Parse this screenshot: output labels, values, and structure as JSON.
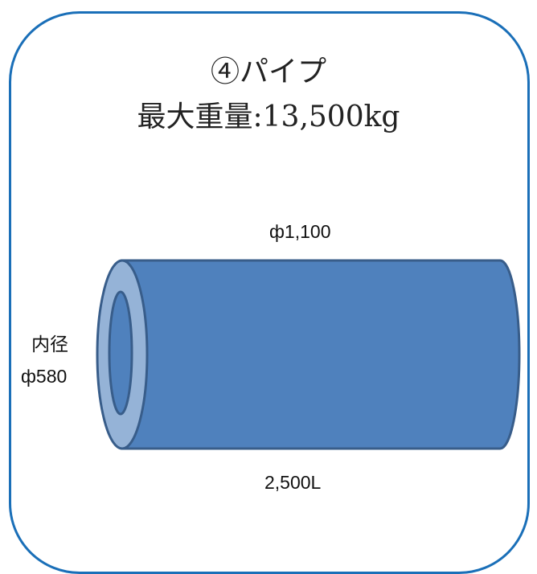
{
  "title": {
    "line1": "④パイプ",
    "line2": "最大重量:13,500kg"
  },
  "dimensions": {
    "outer_diameter": "ф1,100",
    "inner_label": "内径",
    "inner_diameter": "ф580",
    "length": "2,500L"
  },
  "colors": {
    "border": "#1a6fb8",
    "pipe_body": "#4f81bd",
    "pipe_stroke": "#385d8a",
    "pipe_end_face": "#95b3d7"
  }
}
